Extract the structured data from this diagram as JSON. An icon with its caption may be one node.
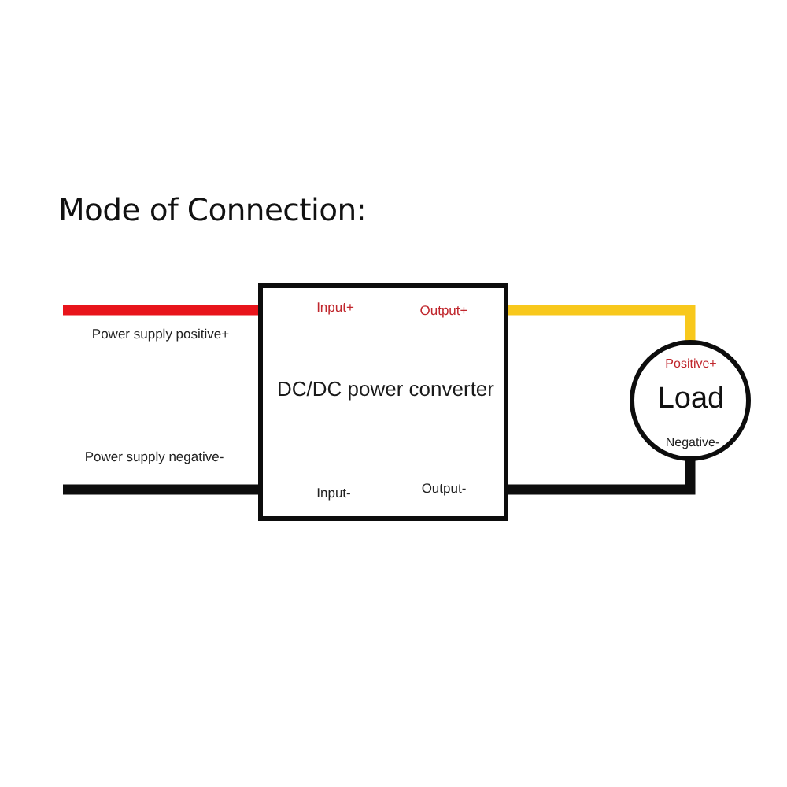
{
  "diagram": {
    "title": "Mode of Connection:",
    "nodes": [
      {
        "text": [
          "Input+",
          "Output+",
          "DC/DC power converter",
          "Input-",
          "Output-"
        ]
      },
      {
        "text": [
          "Positive+",
          "Load",
          "Negative-"
        ]
      }
    ],
    "edges": [
      {
        "from": null,
        "to": 0,
        "arrow": "none",
        "color": "#e8141b"
      },
      {
        "from": null,
        "to": 0,
        "arrow": "none"
      },
      {
        "from": 0,
        "to": 1,
        "arrow": "none",
        "color": "#f8c81c"
      },
      {
        "from": 0,
        "to": 1,
        "arrow": "none"
      }
    ],
    "labels": [
      "Power supply positive+",
      "Power supply negative-"
    ]
  }
}
